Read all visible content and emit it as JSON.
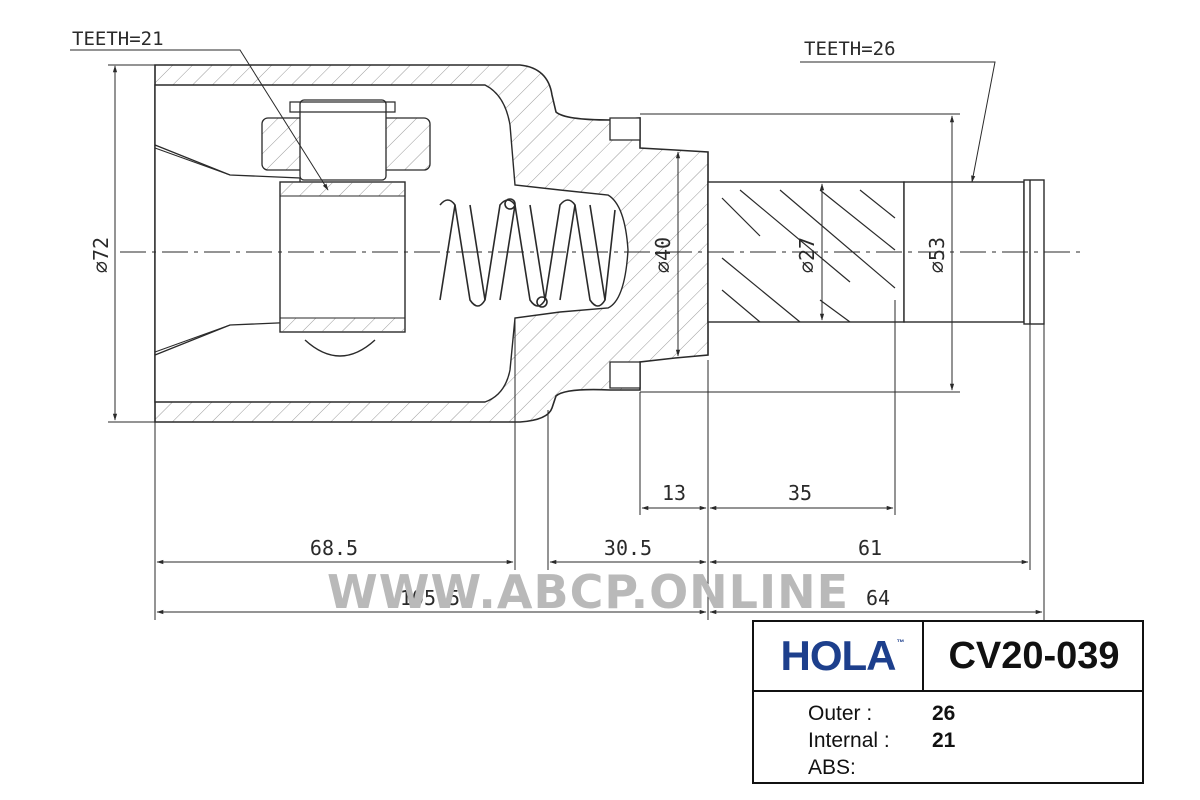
{
  "labels": {
    "teeth_internal": "TEETH=21",
    "teeth_outer": "TEETH=26",
    "dia_72": "⌀72",
    "dia_40": "⌀40",
    "dia_27": "⌀27",
    "dia_53": "⌀53"
  },
  "dimensions": {
    "d_13": "13",
    "d_35": "35",
    "d_68_5": "68.5",
    "d_30_5": "30.5",
    "d_61": "61",
    "d_105_5": "105.5",
    "d_64": "64"
  },
  "watermark": "WWW.ABCP.ONLINE",
  "info": {
    "brand": "HOLA",
    "trademark": "™",
    "part_number": "CV20-039",
    "specs": [
      {
        "label": "Outer :",
        "value": "26"
      },
      {
        "label": "Internal :",
        "value": "21"
      },
      {
        "label": "ABS:",
        "value": ""
      }
    ]
  },
  "colors": {
    "brand": "#1d3f8c",
    "line": "#2a2a2a",
    "hatch": "#9a9a9a",
    "watermark": "#b9b9b9"
  }
}
